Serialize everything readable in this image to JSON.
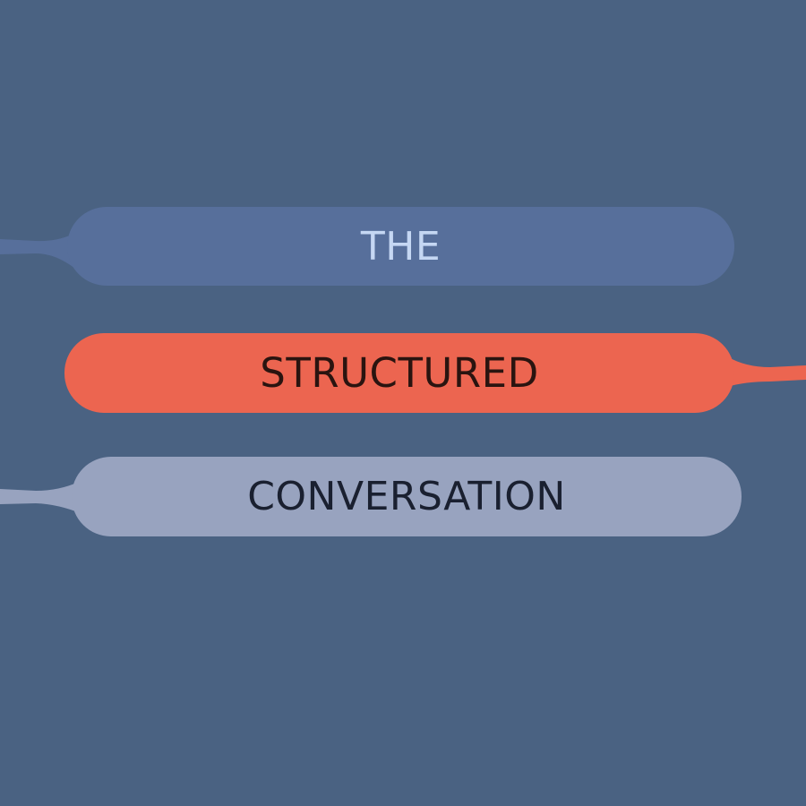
{
  "colors": {
    "background": "#4a6282",
    "the_pill": "#576f9b",
    "the_text": "#c5d7f3",
    "structured_pill": "#ec6550",
    "structured_text": "#2a1410",
    "conversation_pill": "#98a3bf",
    "conversation_text": "#1a2030"
  },
  "pills": {
    "the": {
      "label": "THE"
    },
    "structured": {
      "label": "STRUCTURED"
    },
    "conversation": {
      "label": "CONVERSATION"
    }
  }
}
